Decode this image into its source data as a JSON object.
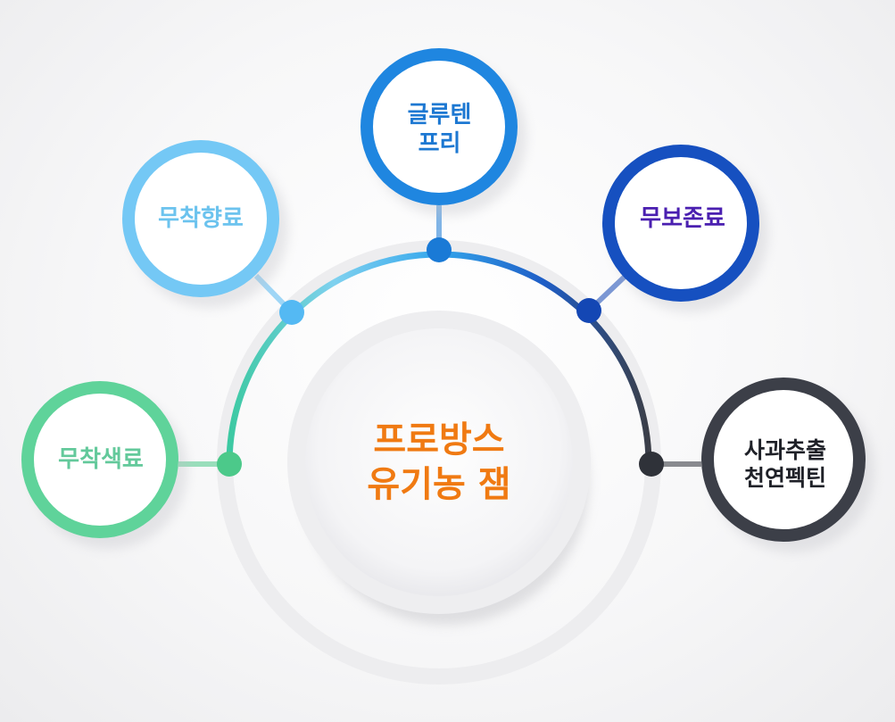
{
  "center": {
    "text": "프로방스\n유기농 잼",
    "color": "#f07a12"
  },
  "nodes": [
    {
      "id": "no-color",
      "text": "무착색료",
      "color": "#5fd39a",
      "ring": "#4cc98a",
      "text_color": "#63c99b"
    },
    {
      "id": "no-flavor",
      "text": "무착향료",
      "color": "#74c8f5",
      "ring": "#54b9f3",
      "text_color": "#6cc3ee"
    },
    {
      "id": "gluten",
      "text": "글루텐\n프리",
      "color": "#1f86e0",
      "ring": "#1a7ad6",
      "text_color": "#1d78d2"
    },
    {
      "id": "no-preserv",
      "text": "무보존료",
      "color": "#1650c0",
      "ring": "#1447b4",
      "text_color": "#4a1fb0"
    },
    {
      "id": "pectin",
      "text": "사과추출\n천연펙틴",
      "color": "#3c3f48",
      "ring": "#2f3239",
      "text_color": "#1f2128"
    }
  ]
}
